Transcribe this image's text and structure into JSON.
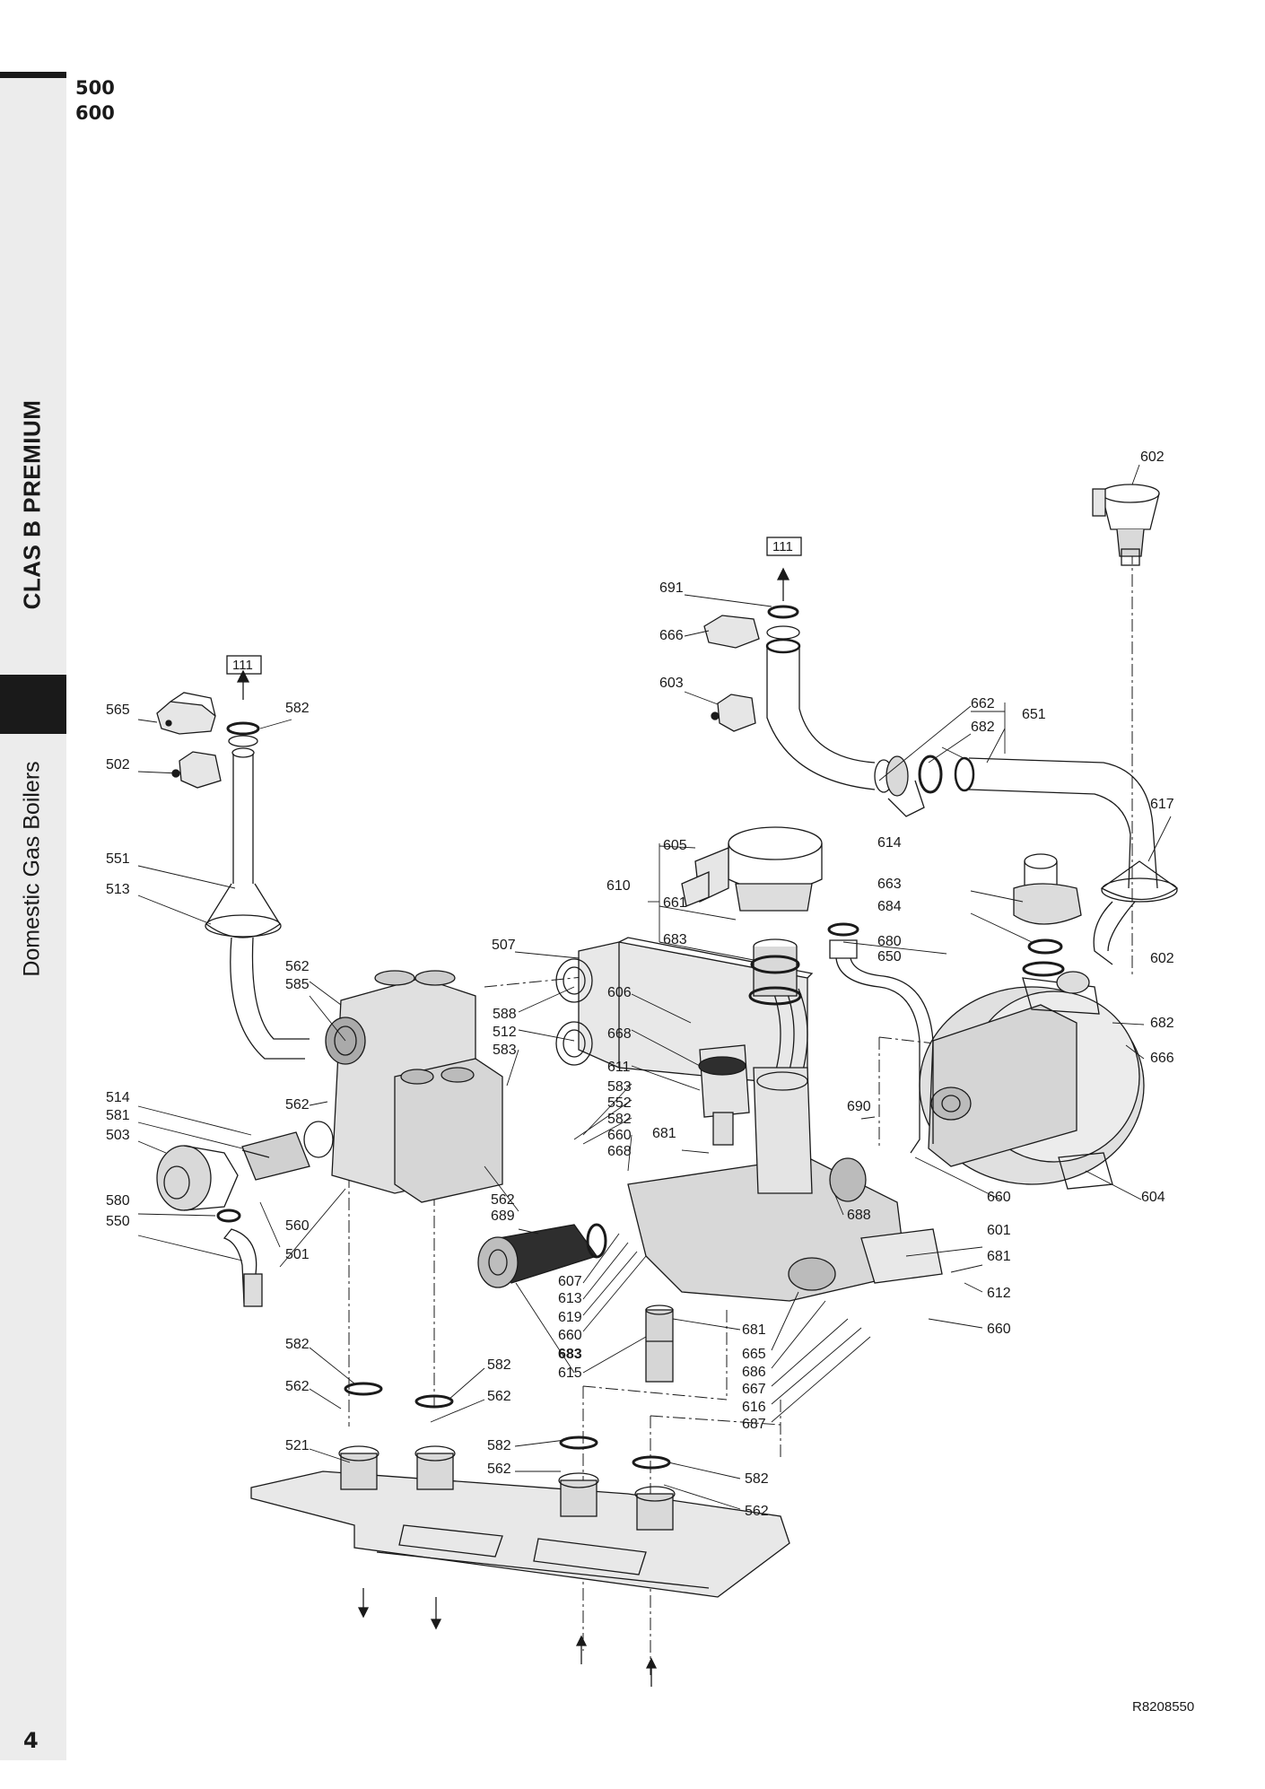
{
  "header": {
    "models": [
      "500",
      "600"
    ]
  },
  "sidebar": {
    "product": "CLAS B PREMIUM",
    "category": "Domestic Gas Boilers"
  },
  "footer": {
    "page_number": "4",
    "reference": "R8208550"
  },
  "diagram": {
    "box_labels": [
      "111",
      "111"
    ],
    "part_labels": [
      {
        "id": "602",
        "text": "602"
      },
      {
        "id": "691",
        "text": "691"
      },
      {
        "id": "666",
        "text": "666"
      },
      {
        "id": "603",
        "text": "603"
      },
      {
        "id": "662",
        "text": "662"
      },
      {
        "id": "682",
        "text": "682"
      },
      {
        "id": "651",
        "text": "651"
      },
      {
        "id": "617",
        "text": "617"
      },
      {
        "id": "565",
        "text": "565"
      },
      {
        "id": "582",
        "text": "582"
      },
      {
        "id": "502",
        "text": "502"
      },
      {
        "id": "551",
        "text": "551"
      },
      {
        "id": "513",
        "text": "513"
      },
      {
        "id": "605",
        "text": "605"
      },
      {
        "id": "610",
        "text": "610"
      },
      {
        "id": "661",
        "text": "661"
      },
      {
        "id": "614",
        "text": "614"
      },
      {
        "id": "663",
        "text": "663"
      },
      {
        "id": "684",
        "text": "684"
      },
      {
        "id": "507",
        "text": "507"
      },
      {
        "id": "683",
        "text": "683"
      },
      {
        "id": "680",
        "text": "680"
      },
      {
        "id": "650",
        "text": "650"
      },
      {
        "id": "602b",
        "text": "602"
      },
      {
        "id": "562",
        "text": "562"
      },
      {
        "id": "585",
        "text": "585"
      },
      {
        "id": "606",
        "text": "606"
      },
      {
        "id": "588",
        "text": "588"
      },
      {
        "id": "512",
        "text": "512"
      },
      {
        "id": "583",
        "text": "583"
      },
      {
        "id": "668",
        "text": "668"
      },
      {
        "id": "682b",
        "text": "682"
      },
      {
        "id": "666b",
        "text": "666"
      },
      {
        "id": "611",
        "text": "611"
      },
      {
        "id": "583b",
        "text": "583"
      },
      {
        "id": "552",
        "text": "552"
      },
      {
        "id": "582b",
        "text": "582"
      },
      {
        "id": "660",
        "text": "660"
      },
      {
        "id": "668b",
        "text": "668"
      },
      {
        "id": "514",
        "text": "514"
      },
      {
        "id": "562b",
        "text": "562"
      },
      {
        "id": "581",
        "text": "581"
      },
      {
        "id": "503",
        "text": "503"
      },
      {
        "id": "681",
        "text": "681"
      },
      {
        "id": "690",
        "text": "690"
      },
      {
        "id": "660b",
        "text": "660"
      },
      {
        "id": "604",
        "text": "604"
      },
      {
        "id": "580",
        "text": "580"
      },
      {
        "id": "550",
        "text": "550"
      },
      {
        "id": "560",
        "text": "560"
      },
      {
        "id": "501",
        "text": "501"
      },
      {
        "id": "562c",
        "text": "562"
      },
      {
        "id": "689",
        "text": "689"
      },
      {
        "id": "688",
        "text": "688"
      },
      {
        "id": "601",
        "text": "601"
      },
      {
        "id": "681b",
        "text": "681"
      },
      {
        "id": "612",
        "text": "612"
      },
      {
        "id": "607",
        "text": "607"
      },
      {
        "id": "613",
        "text": "613"
      },
      {
        "id": "619",
        "text": "619"
      },
      {
        "id": "660c",
        "text": "660"
      },
      {
        "id": "683b",
        "text": "683"
      },
      {
        "id": "615",
        "text": "615"
      },
      {
        "id": "681c",
        "text": "681"
      },
      {
        "id": "665",
        "text": "665"
      },
      {
        "id": "686",
        "text": "686"
      },
      {
        "id": "667",
        "text": "667"
      },
      {
        "id": "616",
        "text": "616"
      },
      {
        "id": "687",
        "text": "687"
      },
      {
        "id": "660d",
        "text": "660"
      },
      {
        "id": "582c",
        "text": "582"
      },
      {
        "id": "562d",
        "text": "562"
      },
      {
        "id": "582d",
        "text": "582"
      },
      {
        "id": "562e",
        "text": "562"
      },
      {
        "id": "521",
        "text": "521"
      },
      {
        "id": "582e",
        "text": "582"
      },
      {
        "id": "562f",
        "text": "562"
      },
      {
        "id": "582f",
        "text": "582"
      },
      {
        "id": "562g",
        "text": "562"
      }
    ]
  },
  "colors": {
    "ink": "#1a1a1a",
    "part_fill": "#d9d9d9",
    "sidebar": "#ececec"
  }
}
